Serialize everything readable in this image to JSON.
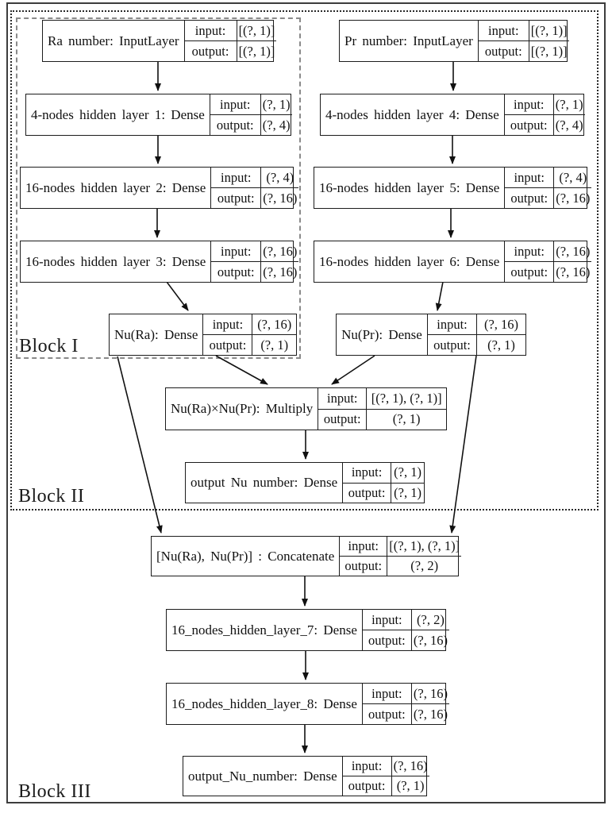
{
  "io_labels": {
    "input": "input:",
    "output": "output:"
  },
  "blocks": {
    "block1": "Block I",
    "block2": "Block II",
    "block3": "Block III"
  },
  "nodes": {
    "ra_input": {
      "name": "Ra number: InputLayer",
      "input": "[(?, 1)]",
      "output": "[(?, 1)]"
    },
    "pr_input": {
      "name": "Pr number: InputLayer",
      "input": "[(?, 1)]",
      "output": "[(?, 1)]"
    },
    "layer1": {
      "name": "4-nodes hidden layer 1: Dense",
      "input": "(?, 1)",
      "output": "(?, 4)"
    },
    "layer4": {
      "name": "4-nodes hidden layer 4: Dense",
      "input": "(?, 1)",
      "output": "(?, 4)"
    },
    "layer2": {
      "name": "16-nodes hidden layer 2: Dense",
      "input": "(?, 4)",
      "output": "(?, 16)"
    },
    "layer5": {
      "name": "16-nodes hidden layer 5: Dense",
      "input": "(?, 4)",
      "output": "(?, 16)"
    },
    "layer3": {
      "name": "16-nodes hidden layer 3: Dense",
      "input": "(?, 16)",
      "output": "(?, 16)"
    },
    "layer6": {
      "name": "16-nodes hidden layer 6: Dense",
      "input": "(?, 16)",
      "output": "(?, 16)"
    },
    "nu_ra": {
      "name": "Nu(Ra): Dense",
      "input": "(?, 16)",
      "output": "(?, 1)"
    },
    "nu_pr": {
      "name": "Nu(Pr): Dense",
      "input": "(?, 16)",
      "output": "(?, 1)"
    },
    "multiply": {
      "name": "Nu(Ra)×Nu(Pr): Multiply",
      "input": "[(?, 1), (?, 1)]",
      "output": "(?, 1)"
    },
    "output_nu": {
      "name": "output Nu number: Dense",
      "input": "(?, 1)",
      "output": "(?, 1)"
    },
    "concat": {
      "name": "[Nu(Ra), Nu(Pr)] : Concatenate",
      "input": "[(?, 1), (?, 1)]",
      "output": "(?, 2)"
    },
    "layer7": {
      "name": "16_nodes_hidden_layer_7: Dense",
      "input": "(?, 2)",
      "output": "(?, 16)"
    },
    "layer8": {
      "name": "16_nodes_hidden_layer_8: Dense",
      "input": "(?, 16)",
      "output": "(?, 16)"
    },
    "output_nu_2": {
      "name": "output_Nu_number: Dense",
      "input": "(?, 16)",
      "output": "(?, 1)"
    }
  }
}
